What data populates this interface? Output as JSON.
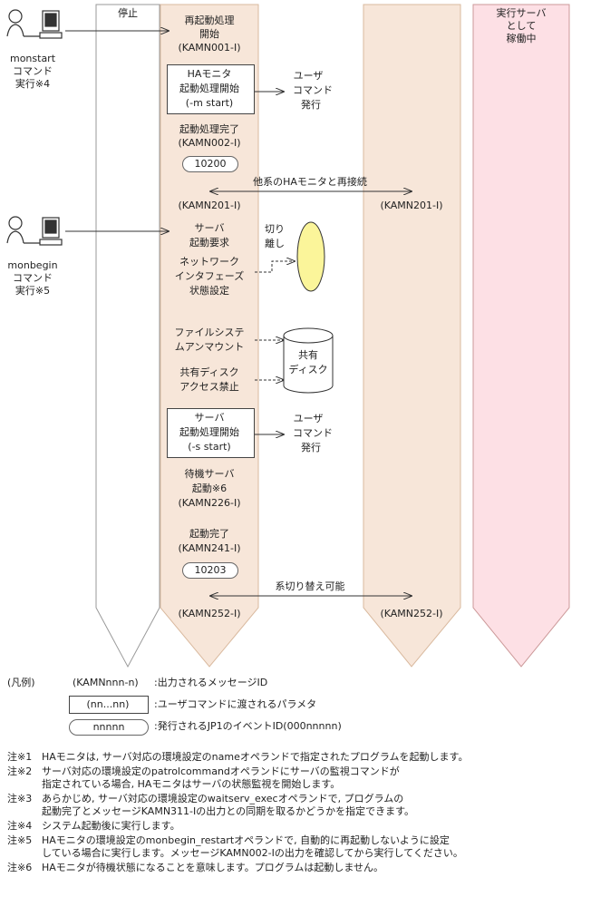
{
  "lanes": {
    "stop": "停止",
    "running_server": [
      "実行サーバ",
      "として",
      "稼働中"
    ]
  },
  "actors": {
    "monstart": {
      "lines": [
        "monstart",
        "コマンド",
        "実行※4"
      ]
    },
    "monbegin": {
      "lines": [
        "monbegin",
        "コマンド",
        "実行※5"
      ]
    }
  },
  "steps": {
    "restart": [
      "再起動処理",
      "開始",
      "(KAMN001-I)"
    ],
    "ha_start_box": [
      "HAモニタ",
      "起動処理開始",
      "(-m start)"
    ],
    "user_cmd1": [
      "ユーザ",
      "コマンド",
      "発行"
    ],
    "start_done": [
      "起動処理完了",
      "(KAMN002-I)"
    ],
    "event1": "10200",
    "reconnect": "他系のHAモニタと再接続",
    "kamn201_left": "(KAMN201-I)",
    "kamn201_right": "(KAMN201-I)",
    "server_start_req": [
      "サーバ",
      "起動要求"
    ],
    "separate": [
      "切り",
      "離し"
    ],
    "network": [
      "ネットワーク",
      "インタフェーズ",
      "状態設定"
    ],
    "unmount": [
      "ファイルシステ",
      "ムアンマウント"
    ],
    "disk_prohibit": [
      "共有ディスク",
      "アクセス禁止"
    ],
    "shared_disk": [
      "共有",
      "ディスク"
    ],
    "server_start_box": [
      "サーバ",
      "起動処理開始",
      "(-s start)"
    ],
    "user_cmd2": [
      "ユーザ",
      "コマンド",
      "発行"
    ],
    "standby": [
      "待機サーバ",
      "起動※6",
      "(KAMN226-I)"
    ],
    "boot_done": [
      "起動完了",
      "(KAMN241-I)"
    ],
    "event2": "10203",
    "switch_possible": "系切り替え可能",
    "kamn252_left": "(KAMN252-I)",
    "kamn252_right": "(KAMN252-I)"
  },
  "legend": {
    "title": "(凡例)",
    "msg_sample": "(KAMNnnn-n)",
    "msg_desc": ":出力されるメッセージID",
    "param_sample": "(nn...nn)",
    "param_desc": ":ユーザコマンドに渡されるパラメタ",
    "event_sample": "nnnnn",
    "event_desc": ":発行されるJP1のイベントID(000nnnnn)"
  },
  "notes": [
    {
      "label": "注※1",
      "lines": [
        "HAモニタは, サーバ対応の環境設定のnameオペランドで指定されたプログラムを起動します。"
      ]
    },
    {
      "label": "注※2",
      "lines": [
        "サーバ対応の環境設定のpatrolcommandオペランドにサーバの監視コマンドが",
        "指定されている場合, HAモニタはサーバの状態監視を開始します。"
      ]
    },
    {
      "label": "注※3",
      "lines": [
        "あらかじめ, サーバ対応の環境設定のwaitserv_execオペランドで, プログラムの",
        "起動完了とメッセージKAMN311-Iの出力との同期を取るかどうかを指定できます。"
      ]
    },
    {
      "label": "注※4",
      "lines": [
        "システム起動後に実行します。"
      ]
    },
    {
      "label": "注※5",
      "lines": [
        "HAモニタの環境設定のmonbegin_restartオペランドで, 自動的に再起動しないように設定",
        "している場合に実行します。メッセージKAMN002-Iの出力を確認してから実行してください。"
      ]
    },
    {
      "label": "注※6",
      "lines": [
        "HAモニタが待機状態になることを意味します。プログラムは起動しません。"
      ]
    }
  ]
}
